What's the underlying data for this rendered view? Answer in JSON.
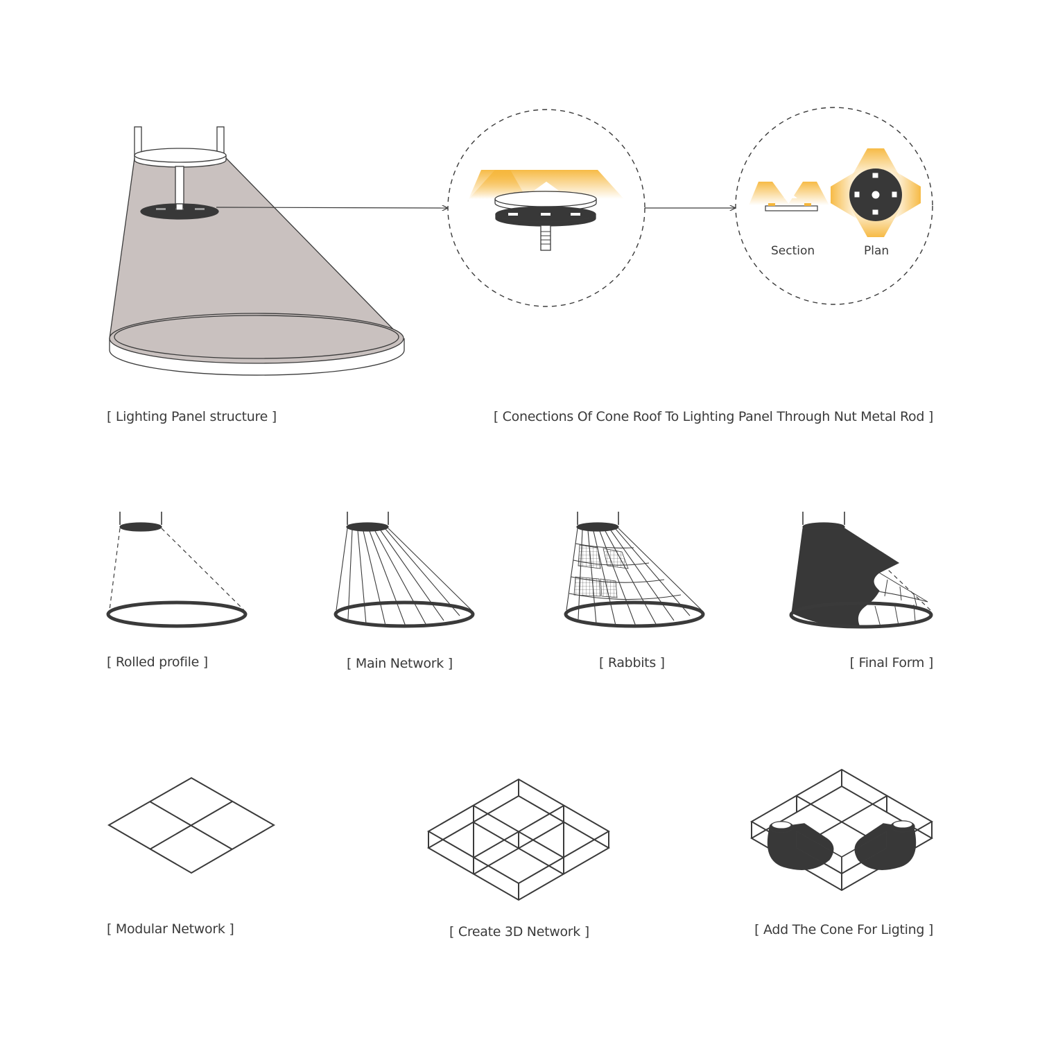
{
  "top": {
    "detail_labels": {
      "section": "Section",
      "plan": "Plan"
    },
    "captions": {
      "lighting_panel": "[ Lighting Panel structure ]",
      "connections": "[ Conections Of Cone Roof To Lighting Panel Through Nut Metal Rod ]"
    }
  },
  "middle": {
    "captions": {
      "rolled_profile": "[ Rolled profile ]",
      "main_network": "[ Main Network ]",
      "rabbits": "[ Rabbits ]",
      "final_form": "[ Final Form ]"
    }
  },
  "bottom": {
    "captions": {
      "modular_network": "[  Modular Network ]",
      "create_3d_network": "[  Create 3D Network ]",
      "add_cone": "[  Add The Cone For Ligting ]"
    }
  },
  "colors": {
    "line": "#3a3a3a",
    "cone_fill": "#c9c1bf",
    "dark_fill": "#383838",
    "light_glow": "#f6b73c"
  }
}
